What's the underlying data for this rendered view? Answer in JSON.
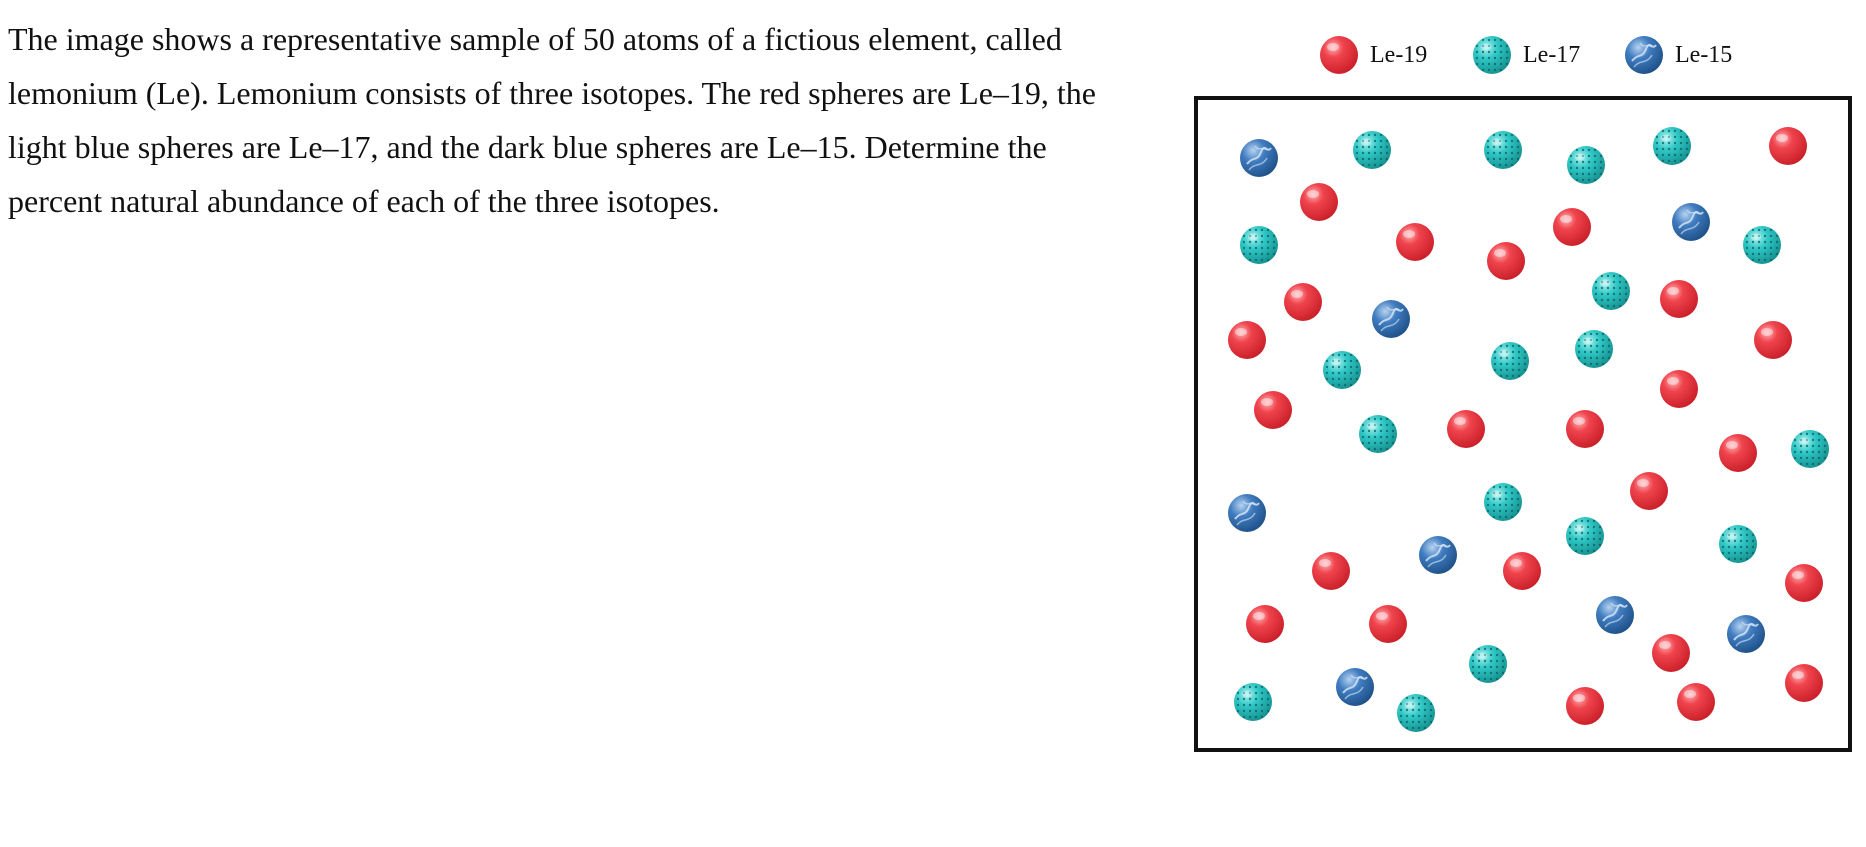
{
  "problem": {
    "text": "The image shows a representative sample of 50 atoms of a fictious element, called lemonium (Le). Lemonium consists of three isotopes. The red spheres are Le–19, the light blue spheres are Le–17, and the dark blue spheres are Le–15. Determine the percent natural abundance of each of the three isotopes."
  },
  "legend": {
    "items": [
      {
        "key": "le19",
        "label": "Le-19"
      },
      {
        "key": "le17",
        "label": "Le-17"
      },
      {
        "key": "le15",
        "label": "Le-15"
      }
    ]
  },
  "colors": {
    "le19": "#e8323c",
    "le17": "#2ec4c4",
    "le15": "#2f6aa8",
    "border": "#111111"
  }
}
